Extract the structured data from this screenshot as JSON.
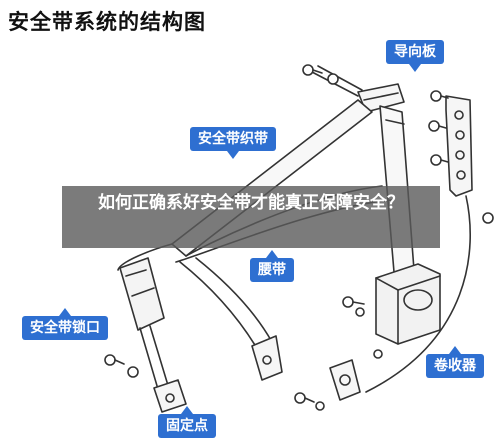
{
  "diagram": {
    "title": "安全带系统的结构图",
    "labels": {
      "guide_plate": "导向板",
      "webbing": "安全带织带",
      "lap_belt": "腰带",
      "buckle": "安全带锁口",
      "retractor": "卷收器",
      "anchor_point": "固定点"
    }
  },
  "overlay": {
    "headline": "如何正确系好安全带才能真正保障安全？"
  },
  "colors": {
    "callout": "#2e6fd1",
    "overlay": "#5a5a5a",
    "line": "#333333"
  }
}
